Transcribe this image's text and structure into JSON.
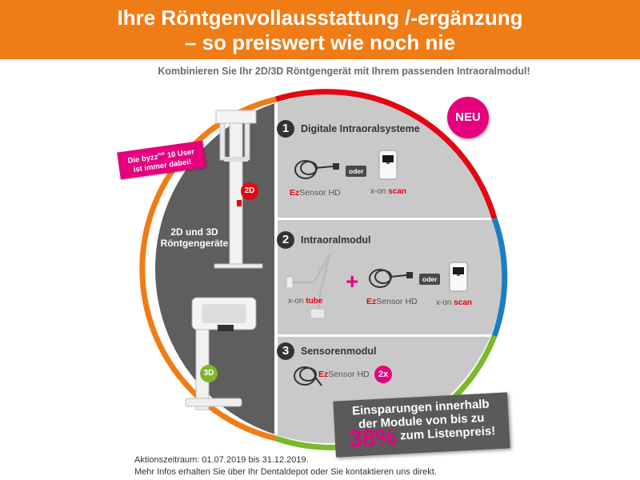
{
  "banner": {
    "line1": "Ihre Röntgenvollausstattung /-ergänzung",
    "line2": "– so preiswert wie noch nie"
  },
  "subtitle": "Kombinieren Sie Ihr 2D/3D Röntgengerät mit Ihrem passenden Intraoralmodul!",
  "badge_new": "NEU",
  "byzz_badge": {
    "line1_pre": "Die byzz",
    "line1_sup": "nxt",
    "line1_post": " 10 User",
    "line2": "ist immer dabei!"
  },
  "devices": {
    "label_line1": "2D und 3D",
    "label_line2": "Röntgengeräte",
    "tag_2d": "2D",
    "tag_3d": "3D"
  },
  "sections": [
    {
      "number": "1",
      "title": "Digitale Intraoralsysteme"
    },
    {
      "number": "2",
      "title": "Intraoralmodul"
    },
    {
      "number": "3",
      "title": "Sensorenmodul"
    }
  ],
  "products": {
    "ez_brand": "Ez",
    "ez_model": "Sensor HD",
    "xon_prefix": "x-on",
    "xon_scan": "scan",
    "xon_tube": "tube",
    "oder": "oder",
    "qty_2x": "2x"
  },
  "savings": {
    "line1": "Einsparungen innerhalb",
    "line2": "der Module von bis zu",
    "percent": "38%",
    "line3_suffix": " zum Listenpreis!"
  },
  "footer": {
    "line1": "Aktionszeitraum: 01.07.2019 bis 31.12.2019.",
    "line2": "Mehr Infos erhalten Sie über Ihr Dentaldepot oder Sie kontaktieren uns direkt."
  },
  "colors": {
    "orange": "#f07c16",
    "magenta": "#e6007e",
    "red": "#e30613",
    "blue": "#1a7fc1",
    "green": "#7ab929",
    "dark_gray": "#5e5e5e",
    "light_gray": "#c9c9c9"
  }
}
